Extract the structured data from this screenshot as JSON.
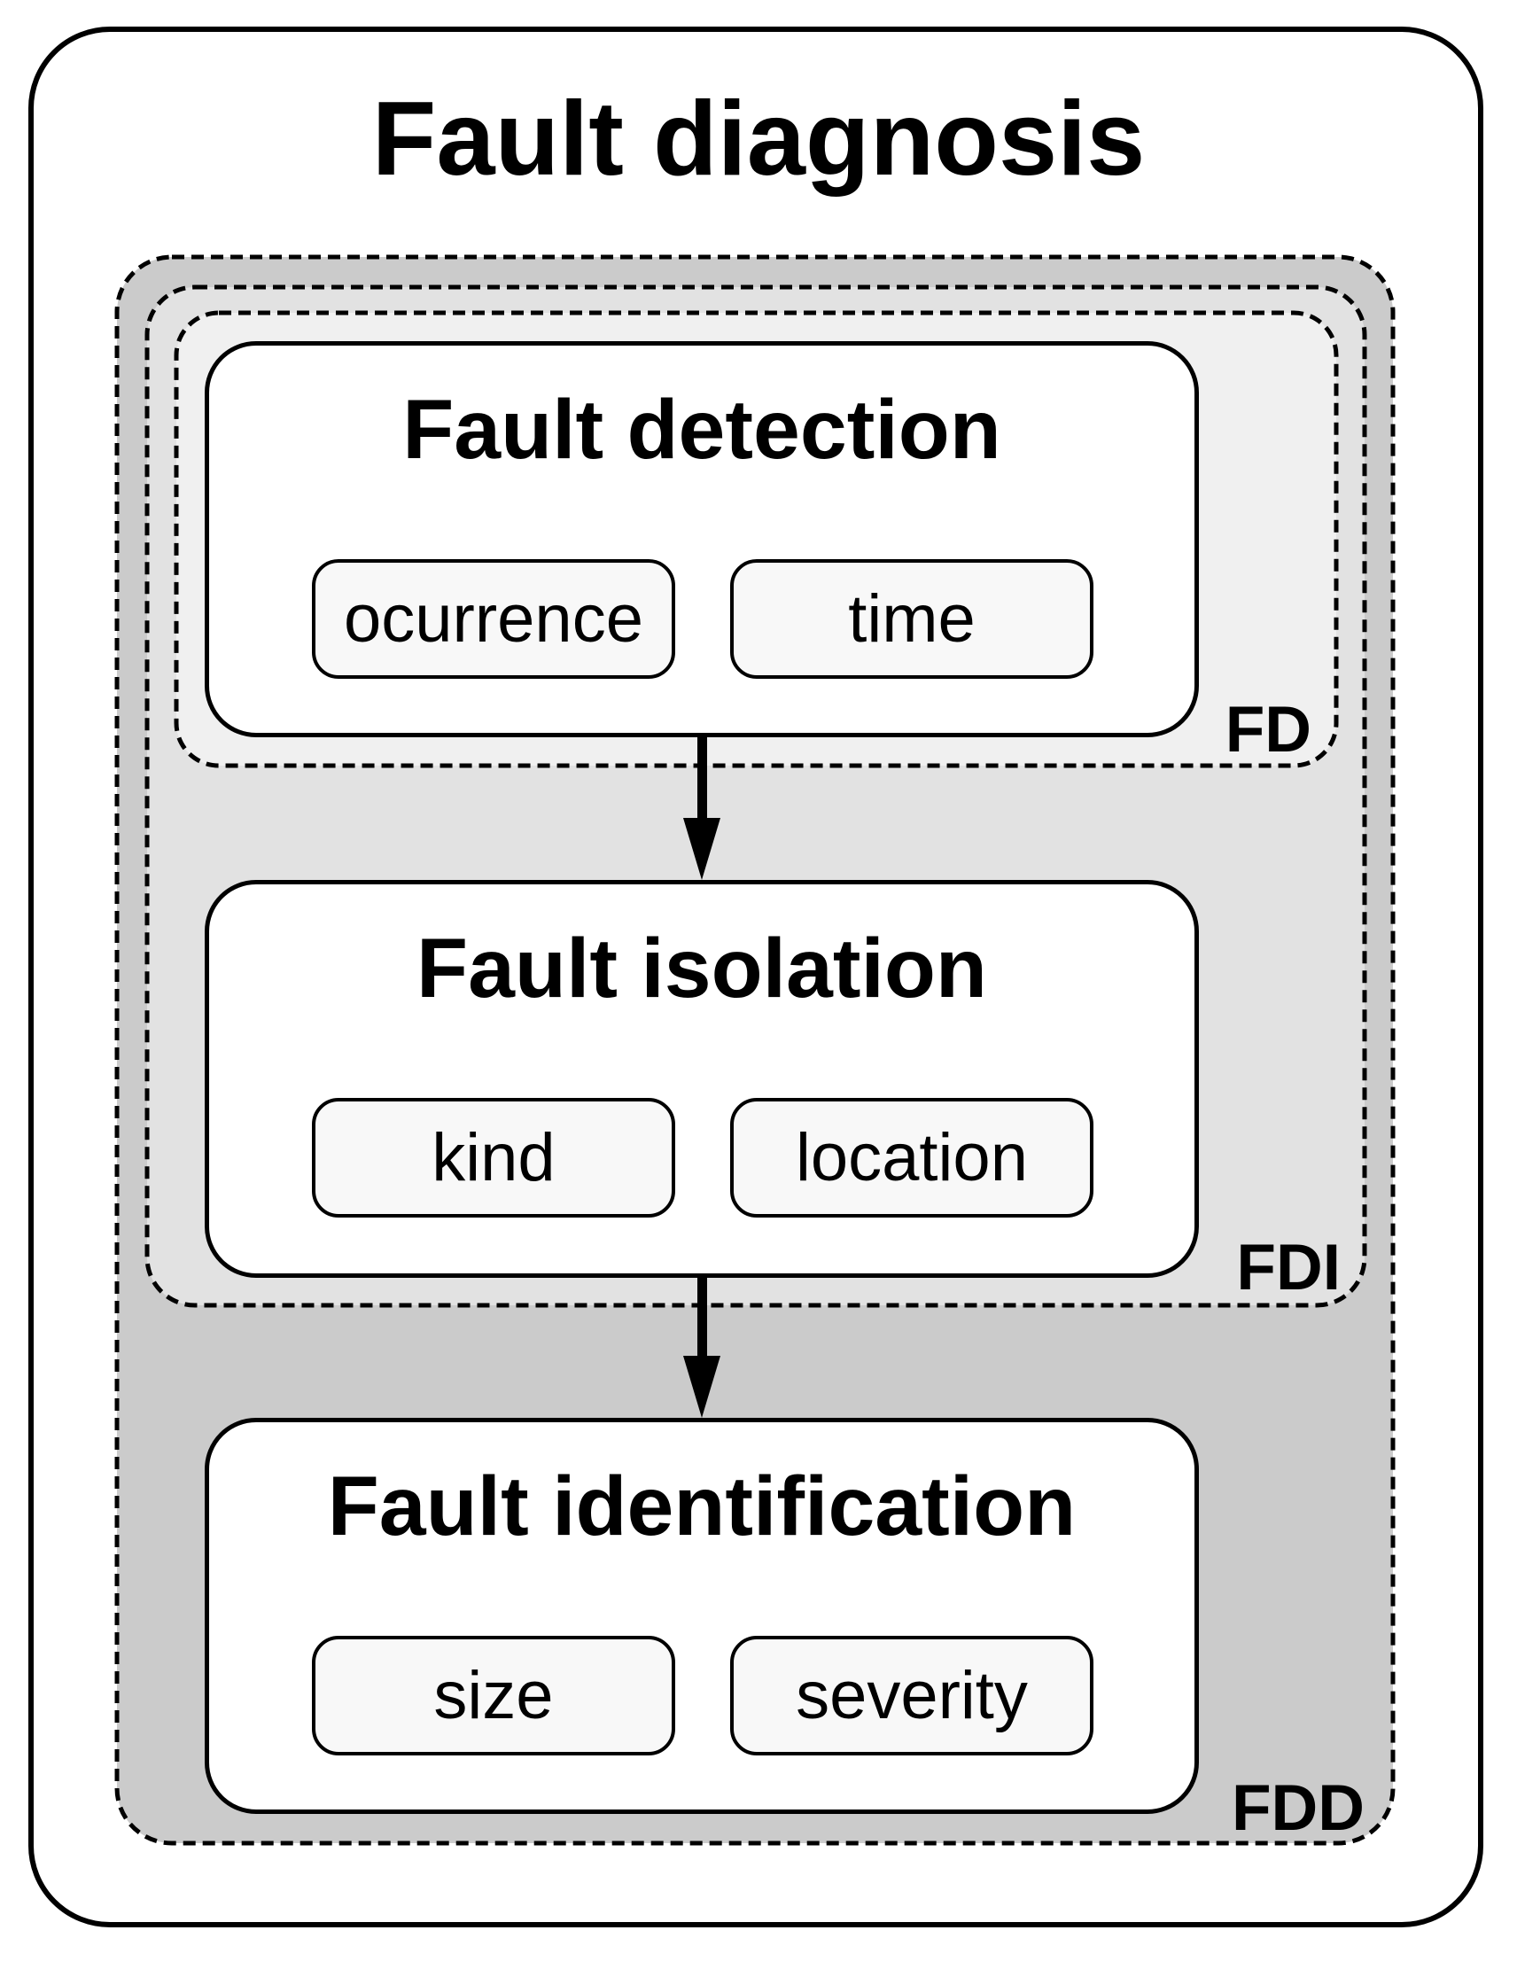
{
  "title": "Fault diagnosis",
  "colors": {
    "ink": "#000000",
    "fdd": "#cbcbcb",
    "fdi": "#e2e2e2",
    "fd": "#f0f0f0",
    "box": "#ffffff",
    "child": "#f8f8f8"
  },
  "layers": {
    "fd": "FD",
    "fdi": "FDI",
    "fdd": "FDD"
  },
  "stages": [
    {
      "name": "Fault detection",
      "children": [
        "ocurrence",
        "time"
      ]
    },
    {
      "name": "Fault isolation",
      "children": [
        "kind",
        "location"
      ]
    },
    {
      "name": "Fault identification",
      "children": [
        "size",
        "severity"
      ]
    }
  ]
}
